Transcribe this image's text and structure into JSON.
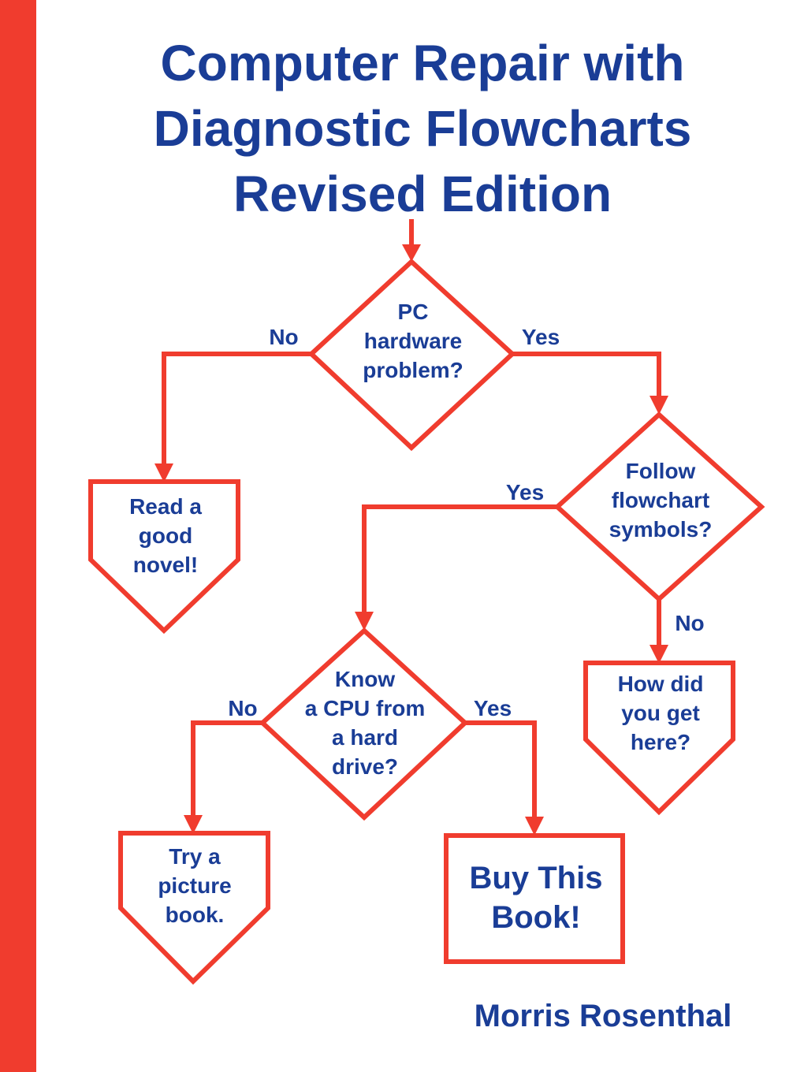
{
  "title": {
    "line1": "Computer Repair with",
    "line2": "Diagnostic Flowcharts",
    "line3": "Revised Edition"
  },
  "author": "Morris Rosenthal",
  "colors": {
    "accent_red": "#f03c2e",
    "text_blue": "#1a3d96"
  },
  "flowchart": {
    "q1": {
      "lines": [
        "PC",
        "hardware",
        "problem?"
      ],
      "no": "No",
      "yes": "Yes"
    },
    "r1": {
      "lines": [
        "Read a",
        "good",
        "novel!"
      ]
    },
    "q2": {
      "lines": [
        "Follow",
        "flowchart",
        "symbols?"
      ],
      "yes": "Yes",
      "no": "No"
    },
    "r2": {
      "lines": [
        "How did",
        "you get",
        "here?"
      ]
    },
    "q3": {
      "lines": [
        "Know",
        "a CPU from",
        "a hard",
        "drive?"
      ],
      "no": "No",
      "yes": "Yes"
    },
    "r3": {
      "lines": [
        "Try a",
        "picture",
        "book."
      ]
    },
    "r4": {
      "lines": [
        "Buy This",
        "Book!"
      ]
    }
  }
}
